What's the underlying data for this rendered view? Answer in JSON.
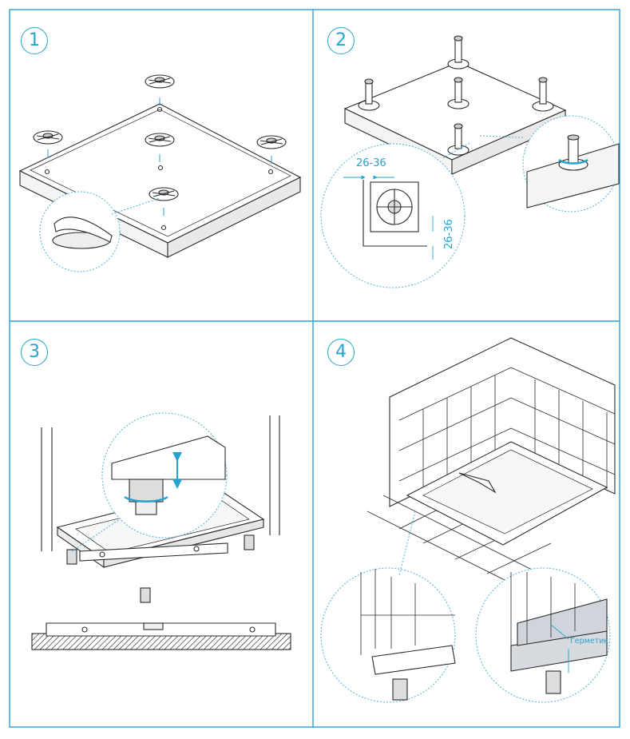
{
  "colors": {
    "accent": "#27a3cf",
    "line": "#2b2b2b",
    "dashed": "#5db8d9"
  },
  "panels": [
    {
      "number": "1"
    },
    {
      "number": "2",
      "dimensions": {
        "horizontal": "26-36",
        "vertical": "26-36"
      }
    },
    {
      "number": "3"
    },
    {
      "number": "4",
      "callout_label": "Герметик"
    }
  ]
}
